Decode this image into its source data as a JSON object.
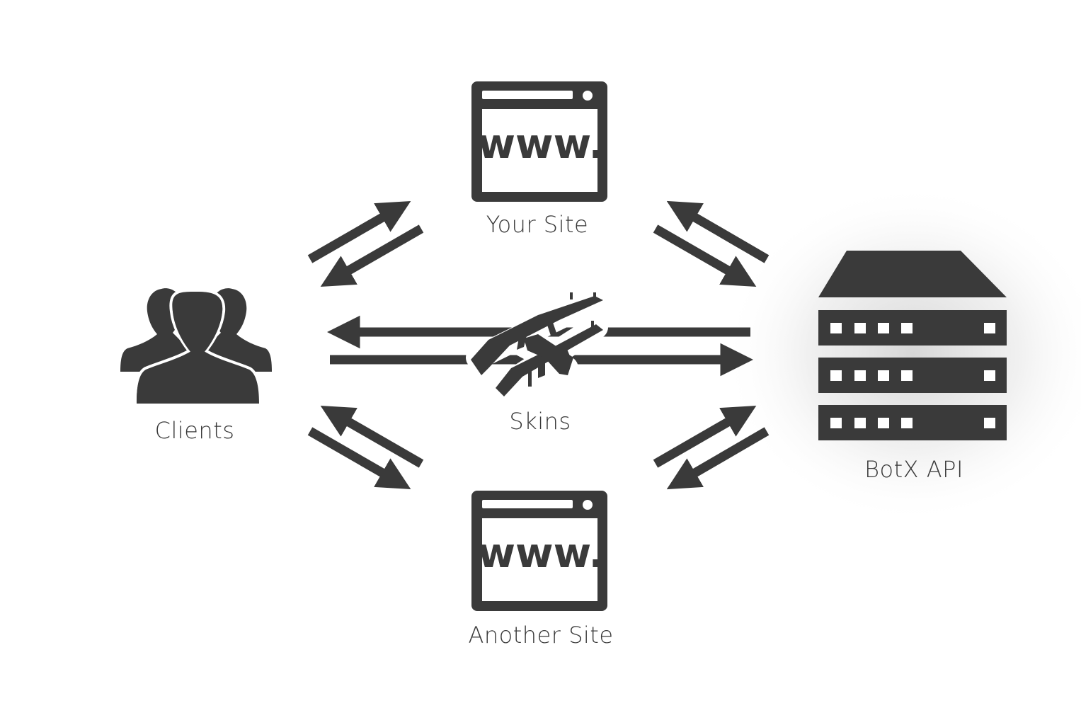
{
  "nodes": {
    "clients": {
      "label": "Clients"
    },
    "your_site": {
      "label": "Your Site",
      "screen_text": "www."
    },
    "another_site": {
      "label": "Another Site",
      "screen_text": "www."
    },
    "skins": {
      "label": "Skins"
    },
    "api": {
      "label": "BotX API"
    }
  },
  "colors": {
    "ink": "#3a3a3a",
    "background": "#ffffff",
    "glow": "#d8d8d8"
  },
  "icons": {
    "clients": "users-group-icon",
    "your_site": "browser-window-icon",
    "another_site": "browser-window-icon",
    "skins": "rifle-skins-icon",
    "api": "server-rack-icon"
  }
}
